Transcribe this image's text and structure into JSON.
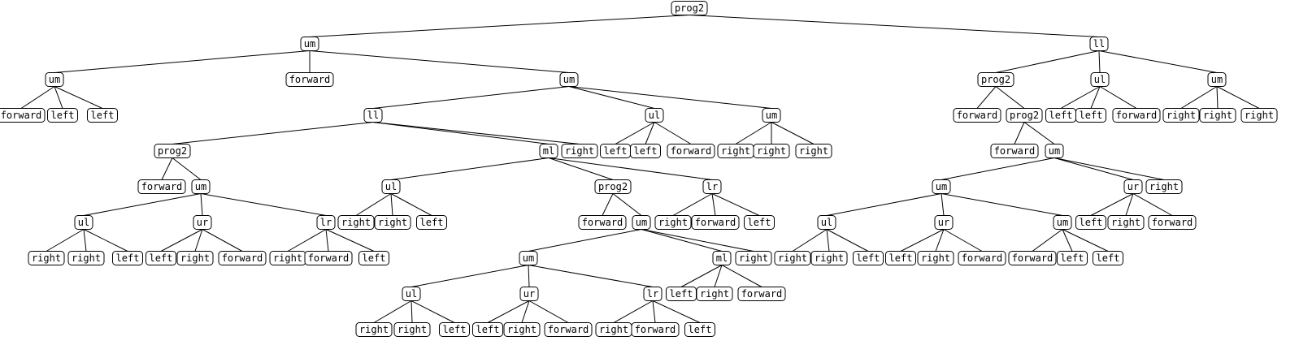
{
  "colors": {
    "background": "#ffffff",
    "line": "#000000",
    "node_fill": "#ffffff"
  },
  "tree": {
    "label": "prog2",
    "children": [
      {
        "label": "um",
        "children": [
          {
            "label": "um",
            "children": [
              {
                "label": "forward"
              },
              {
                "label": "left"
              },
              {
                "label": "left"
              }
            ]
          },
          {
            "label": "forward"
          },
          {
            "label": "um",
            "children": [
              {
                "label": "ll",
                "children": [
                  {
                    "label": "prog2",
                    "children": [
                      {
                        "label": "forward"
                      },
                      {
                        "label": "um",
                        "children": [
                          {
                            "label": "ul",
                            "children": [
                              {
                                "label": "right"
                              },
                              {
                                "label": "right"
                              },
                              {
                                "label": "left"
                              }
                            ]
                          },
                          {
                            "label": "ur",
                            "children": [
                              {
                                "label": "left"
                              },
                              {
                                "label": "right"
                              },
                              {
                                "label": "forward"
                              }
                            ]
                          },
                          {
                            "label": "lr",
                            "children": [
                              {
                                "label": "right"
                              },
                              {
                                "label": "forward"
                              },
                              {
                                "label": "left"
                              }
                            ]
                          }
                        ]
                      }
                    ]
                  },
                  {
                    "label": "ml",
                    "children": [
                      {
                        "label": "ul",
                        "children": [
                          {
                            "label": "right"
                          },
                          {
                            "label": "right"
                          },
                          {
                            "label": "left"
                          }
                        ]
                      },
                      {
                        "label": "prog2",
                        "children": [
                          {
                            "label": "forward"
                          },
                          {
                            "label": "um",
                            "children": [
                              {
                                "label": "um",
                                "children": [
                                  {
                                    "label": "ul",
                                    "children": [
                                      {
                                        "label": "right"
                                      },
                                      {
                                        "label": "right"
                                      },
                                      {
                                        "label": "left"
                                      }
                                    ]
                                  },
                                  {
                                    "label": "ur",
                                    "children": [
                                      {
                                        "label": "left"
                                      },
                                      {
                                        "label": "right"
                                      },
                                      {
                                        "label": "forward"
                                      }
                                    ]
                                  },
                                  {
                                    "label": "lr",
                                    "children": [
                                      {
                                        "label": "right"
                                      },
                                      {
                                        "label": "forward"
                                      },
                                      {
                                        "label": "left"
                                      }
                                    ]
                                  }
                                ]
                              },
                              {
                                "label": "ml",
                                "children": [
                                  {
                                    "label": "left"
                                  },
                                  {
                                    "label": "right"
                                  },
                                  {
                                    "label": "forward"
                                  }
                                ]
                              },
                              {
                                "label": "right"
                              }
                            ]
                          }
                        ]
                      },
                      {
                        "label": "lr",
                        "children": [
                          {
                            "label": "right"
                          },
                          {
                            "label": "forward"
                          },
                          {
                            "label": "left"
                          }
                        ]
                      }
                    ]
                  },
                  {
                    "label": "right"
                  }
                ]
              },
              {
                "label": "ul",
                "children": [
                  {
                    "label": "left"
                  },
                  {
                    "label": "left"
                  },
                  {
                    "label": "forward"
                  }
                ]
              },
              {
                "label": "um",
                "children": [
                  {
                    "label": "right"
                  },
                  {
                    "label": "right"
                  },
                  {
                    "label": "right"
                  }
                ]
              }
            ]
          }
        ]
      },
      {
        "label": "ll",
        "children": [
          {
            "label": "prog2",
            "children": [
              {
                "label": "forward"
              },
              {
                "label": "prog2",
                "children": [
                  {
                    "label": "forward"
                  },
                  {
                    "label": "um",
                    "children": [
                      {
                        "label": "um",
                        "children": [
                          {
                            "label": "ul",
                            "children": [
                              {
                                "label": "right"
                              },
                              {
                                "label": "right"
                              },
                              {
                                "label": "left"
                              }
                            ]
                          },
                          {
                            "label": "ur",
                            "children": [
                              {
                                "label": "left"
                              },
                              {
                                "label": "right"
                              },
                              {
                                "label": "forward"
                              }
                            ]
                          },
                          {
                            "label": "um",
                            "children": [
                              {
                                "label": "forward"
                              },
                              {
                                "label": "left"
                              },
                              {
                                "label": "left"
                              }
                            ]
                          }
                        ]
                      },
                      {
                        "label": "ur",
                        "children": [
                          {
                            "label": "left"
                          },
                          {
                            "label": "right"
                          },
                          {
                            "label": "forward"
                          }
                        ]
                      },
                      {
                        "label": "right"
                      }
                    ]
                  }
                ]
              }
            ]
          },
          {
            "label": "ul",
            "children": [
              {
                "label": "left"
              },
              {
                "label": "left"
              },
              {
                "label": "forward"
              }
            ]
          },
          {
            "label": "um",
            "children": [
              {
                "label": "right"
              },
              {
                "label": "right"
              },
              {
                "label": "right"
              }
            ]
          }
        ]
      }
    ]
  }
}
